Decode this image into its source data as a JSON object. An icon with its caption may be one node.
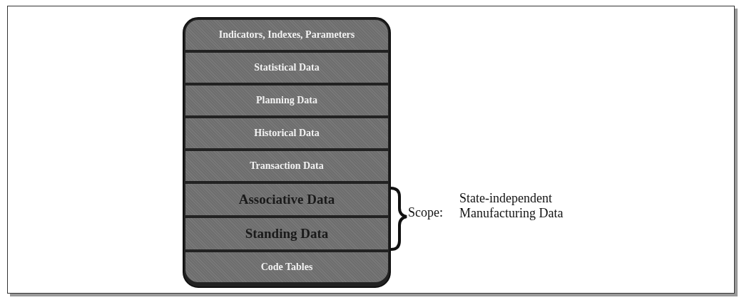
{
  "diagram": {
    "nodes": [
      {
        "text": [
          "Indicators, Indexes, Parameters"
        ]
      },
      {
        "text": [
          "Statistical Data"
        ]
      },
      {
        "text": [
          "Planning Data"
        ]
      },
      {
        "text": [
          "Historical Data"
        ]
      },
      {
        "text": [
          "Transaction Data"
        ]
      },
      {
        "text": [
          "Associative Data"
        ]
      },
      {
        "text": [
          "Standing Data"
        ]
      },
      {
        "text": [
          "Code Tables"
        ]
      }
    ],
    "labels": [
      "Scope:",
      "State-independent Manufacturing Data"
    ]
  }
}
